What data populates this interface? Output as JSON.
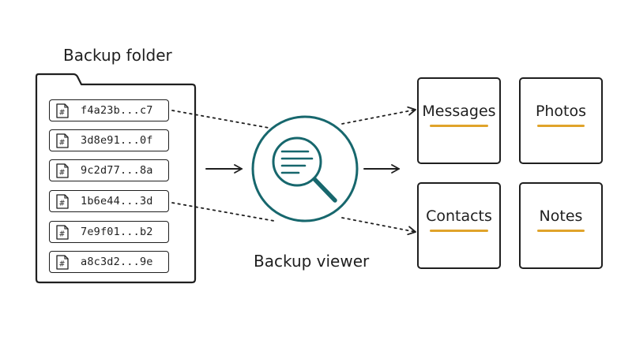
{
  "backup_folder": {
    "title": "Backup folder",
    "files": [
      "f4a23b...c7",
      "3d8e91...0f",
      "9c2d77...8a",
      "1b6e44...3d",
      "7e9f01...b2",
      "a8c3d2...9e"
    ]
  },
  "viewer": {
    "label": "Backup viewer",
    "icon": "magnifier-over-document-icon"
  },
  "categories": [
    {
      "label": "Messages"
    },
    {
      "label": "Photos"
    },
    {
      "label": "Contacts"
    },
    {
      "label": "Notes"
    }
  ],
  "colors": {
    "ink": "#1f1f1f",
    "viewer_teal": "#17676d",
    "highlight_underline": "#e0a32a"
  }
}
